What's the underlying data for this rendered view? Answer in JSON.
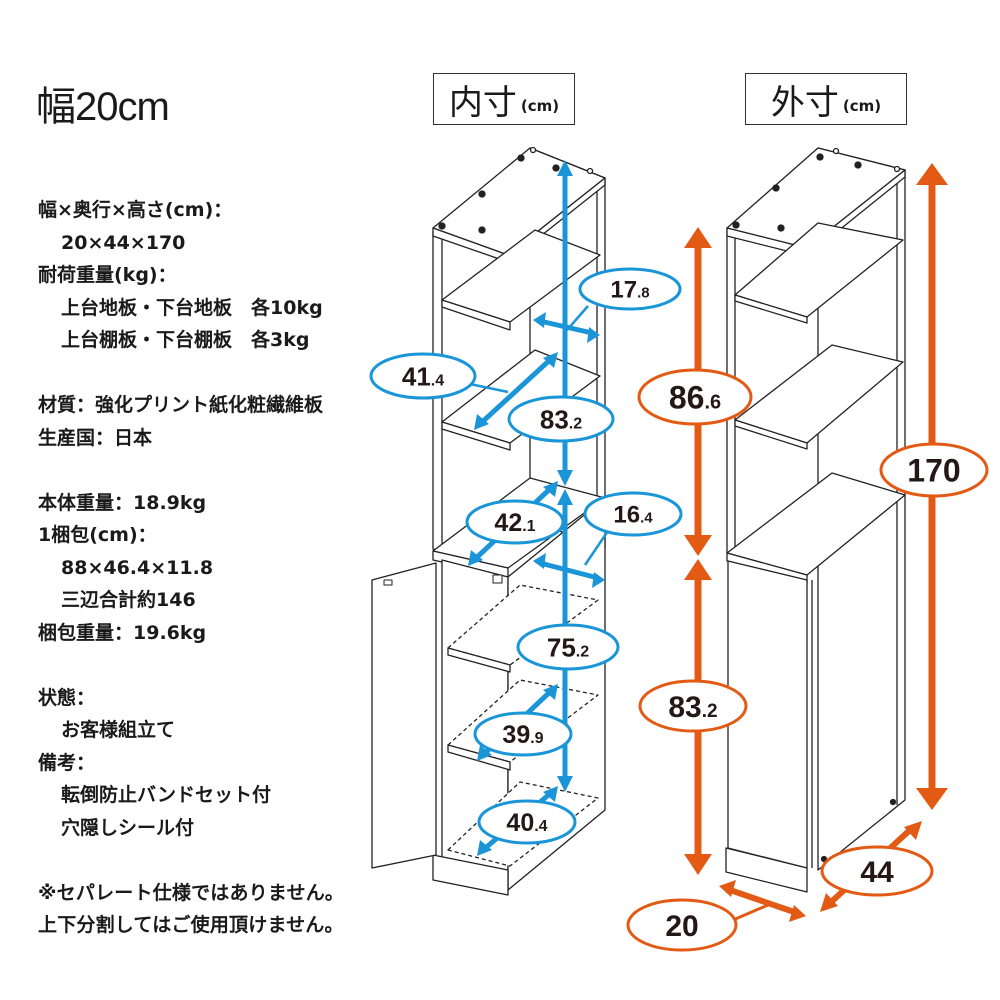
{
  "title": "幅20cm",
  "specs": {
    "size_label": "幅×奥行×高さ(cm)：",
    "size_value": "20×44×170",
    "load_label": "耐荷重量(kg)：",
    "load_floor": "上台地板・下台地板　各10kg",
    "load_shelf": "上台棚板・下台棚板　各3kg",
    "material": "材質：強化プリント紙化粧繊維板",
    "origin": "生産国：日本",
    "body_weight": "本体重量：18.9kg",
    "package_label": "1梱包(cm)：",
    "package_size": "88×46.4×11.8",
    "package_sum": "三辺合計約146",
    "package_weight": "梱包重量：19.6kg",
    "condition_label": "状態：",
    "condition_value": "お客様組立て",
    "remarks_label": "備考：",
    "remarks_1": "転倒防止バンドセット付",
    "remarks_2": "穴隠しシール付",
    "note_1": "※セパレート仕様ではありません。",
    "note_2": "上下分割してはご使用頂けません。"
  },
  "inner": {
    "label": "内寸",
    "unit": "(cm)",
    "color": "#1a96d8",
    "dims": {
      "upper_width": {
        "int": "17",
        "dec": ".8"
      },
      "upper_depth": {
        "int": "41",
        "dec": ".4"
      },
      "upper_height": {
        "int": "83",
        "dec": ".2"
      },
      "mid_depth": {
        "int": "42",
        "dec": ".1"
      },
      "mid_width": {
        "int": "16",
        "dec": ".4"
      },
      "lower_height": {
        "int": "75",
        "dec": ".2"
      },
      "lower_shelf_depth": {
        "int": "39",
        "dec": ".9"
      },
      "lower_floor_depth": {
        "int": "40",
        "dec": ".4"
      }
    }
  },
  "outer": {
    "label": "外寸",
    "unit": "(cm)",
    "color": "#e35a14",
    "dims": {
      "upper_height": {
        "int": "86",
        "dec": ".6"
      },
      "total_height": {
        "int": "170",
        "dec": ""
      },
      "lower_height": {
        "int": "83",
        "dec": ".2"
      },
      "depth": {
        "int": "44",
        "dec": ""
      },
      "width": {
        "int": "20",
        "dec": ""
      }
    }
  }
}
